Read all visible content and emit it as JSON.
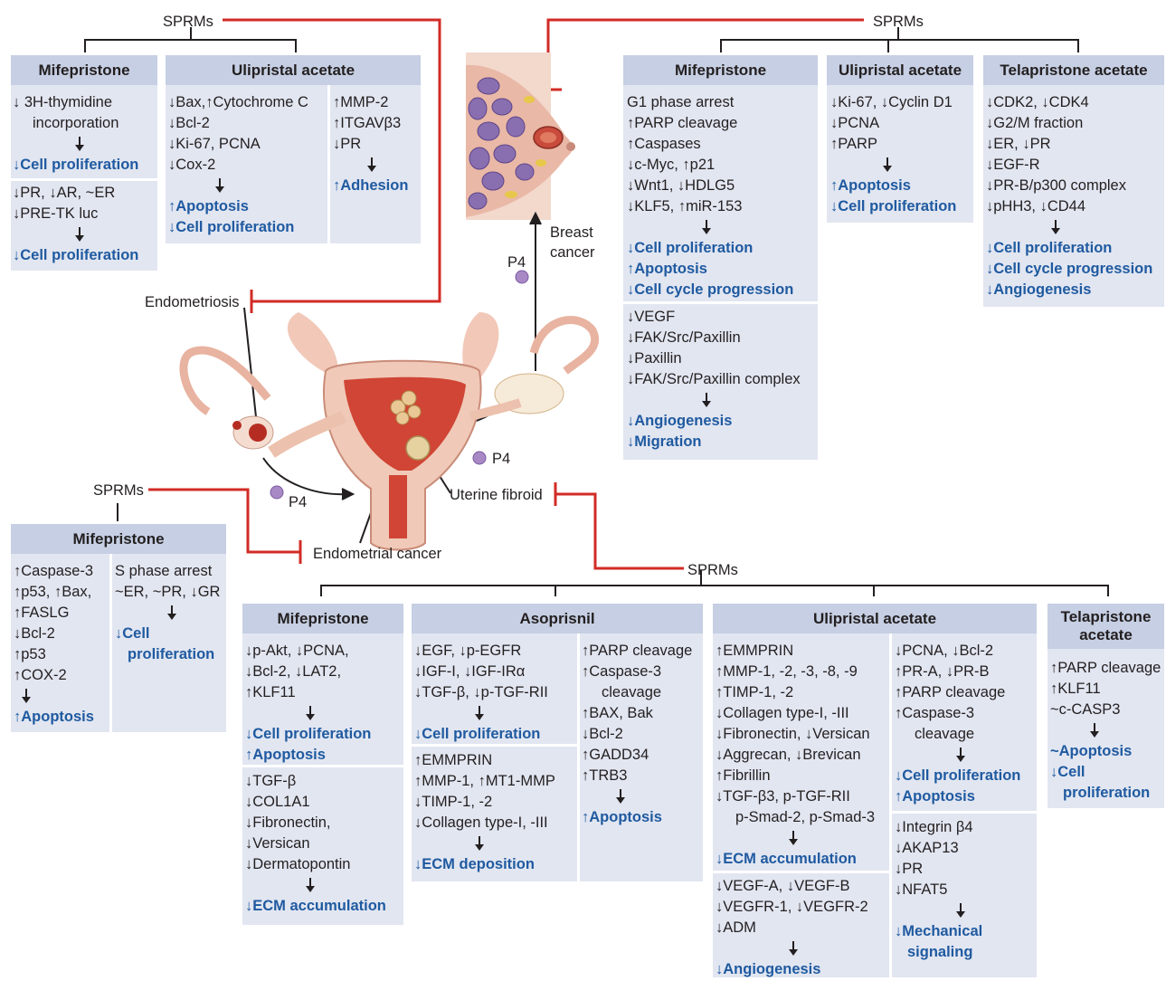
{
  "sprms_label": "SPRMs",
  "labels": {
    "endometriosis": "Endometriosis",
    "breast_cancer_1": "Breast",
    "breast_cancer_2": "cancer",
    "uterine_fibroid": "Uterine fibroid",
    "endometrial_cancer": "Endometrial cancer",
    "p4": "P4"
  },
  "endometriosis": {
    "mifepristone": {
      "header": "Mifepristone",
      "c1": [
        "↓ 3H-thymidine",
        "incorporation",
        "→",
        "↓Cell proliferation"
      ],
      "c2": [
        "↓PR, ↓AR, ~ER",
        "↓PRE-TK luc",
        "→",
        "↓Cell proliferation"
      ]
    },
    "ulipristal": {
      "header": "Ulipristal acetate",
      "c1": [
        "↓Bax,↑Cytochrome C",
        "↓Bcl-2",
        "↓Ki-67, PCNA",
        "↓Cox-2",
        "→",
        "↑Apoptosis",
        "↓Cell proliferation"
      ],
      "c2": [
        "↑MMP-2",
        "↑ITGAVβ3",
        "↓PR",
        "→",
        "↑Adhesion"
      ]
    }
  },
  "breast": {
    "mifepristone": {
      "header": "Mifepristone",
      "c1": [
        "G1 phase arrest",
        "↑PARP cleavage",
        "↑Caspases",
        "↓c-Myc, ↑p21",
        "↓Wnt1, ↓HDLG5",
        "↓KLF5, ↑miR-153",
        "→",
        "↓Cell proliferation",
        "↑Apoptosis",
        "↓Cell cycle progression"
      ],
      "c2": [
        "↓VEGF",
        "↓FAK/Src/Paxillin",
        "↓Paxillin",
        "↓FAK/Src/Paxillin complex",
        "→",
        "↓Angiogenesis",
        "↓Migration"
      ]
    },
    "ulipristal": {
      "header": "Ulipristal acetate",
      "c1": [
        "↓Ki-67, ↓Cyclin D1",
        "↓PCNA",
        "↑PARP",
        "→",
        "↑Apoptosis",
        "↓Cell proliferation"
      ]
    },
    "telapristone": {
      "header": "Telapristone acetate",
      "c1": [
        "↓CDK2, ↓CDK4",
        "↓G2/M fraction",
        "↓ER, ↓PR",
        "↓EGF-R",
        "↓PR-B/p300 complex",
        "↓pHH3, ↓CD44",
        "→",
        "↓Cell proliferation",
        "↓Cell cycle progression",
        "↓Angiogenesis"
      ]
    }
  },
  "endometrial": {
    "mifepristone": {
      "header": "Mifepristone",
      "c1": [
        "↑Caspase-3",
        "↑p53, ↑Bax,",
        "↑FASLG",
        "↓Bcl-2",
        "↑p53",
        "↑COX-2",
        "→",
        "↑Apoptosis"
      ],
      "c2": [
        "S phase arrest",
        "~ER, ~PR, ↓GR",
        "→",
        "↓Cell",
        "proliferation"
      ]
    }
  },
  "fibroid": {
    "mifepristone": {
      "header": "Mifepristone",
      "c1": [
        "↓p-Akt, ↓PCNA,",
        "↓Bcl-2, ↓LAT2,",
        "↑KLF11",
        "→",
        "↓Cell proliferation",
        "↑Apoptosis"
      ],
      "c2": [
        "↓TGF-β",
        "↓COL1A1",
        "↓Fibronectin,",
        "↓Versican",
        "↓Dermatopontin",
        "→",
        "↓ECM accumulation"
      ]
    },
    "asoprisnil": {
      "header": "Asoprisnil",
      "c1": [
        "↓EGF, ↓p-EGFR",
        "↓IGF-I, ↓IGF-IRα",
        "↓TGF-β, ↓p-TGF-RII",
        "→",
        "↓Cell proliferation"
      ],
      "c2": [
        "↑EMMPRIN",
        "↑MMP-1, ↑MT1-MMP",
        "↓TIMP-1, -2",
        "↓Collagen type-I, -III",
        "→",
        "↓ECM deposition"
      ],
      "c3": [
        "↑PARP cleavage",
        "↑Caspase-3",
        "cleavage",
        "↑BAX, Bak",
        "↓Bcl-2",
        "↑GADD34",
        "↑TRB3",
        "→",
        "↑Apoptosis"
      ]
    },
    "ulipristal": {
      "header": "Ulipristal acetate",
      "c1": [
        "↑EMMPRIN",
        "↑MMP-1, -2, -3, -8, -9",
        "↑TIMP-1, -2",
        "↓Collagen type-I, -III",
        "↓Fibronectin, ↓Versican",
        "↓Aggrecan, ↓Brevican",
        "↑Fibrillin",
        "↓TGF-β3, p-TGF-RII",
        "p-Smad-2, p-Smad-3",
        "→",
        "↓ECM accumulation"
      ],
      "c2": [
        "↓VEGF-A, ↓VEGF-B",
        "↓VEGFR-1, ↓VEGFR-2",
        "↓ADM",
        "→",
        "↓Angiogenesis"
      ],
      "c3": [
        "↓PCNA, ↓Bcl-2",
        "↑PR-A, ↓PR-B",
        "↑PARP cleavage",
        "↑Caspase-3",
        "cleavage",
        "→",
        "↓Cell proliferation",
        "↑Apoptosis"
      ],
      "c4": [
        "↓Integrin β4",
        "↓AKAP13",
        "↓PR",
        "↓NFAT5",
        "→",
        "↓Mechanical",
        "signaling"
      ]
    },
    "telapristone": {
      "header_1": "Telapristone",
      "header_2": "acetate",
      "c1": [
        "↑PARP cleavage",
        "↑KLF11",
        "~c-CASP3",
        "→",
        "~Apoptosis",
        "↓Cell",
        "proliferation"
      ]
    }
  }
}
